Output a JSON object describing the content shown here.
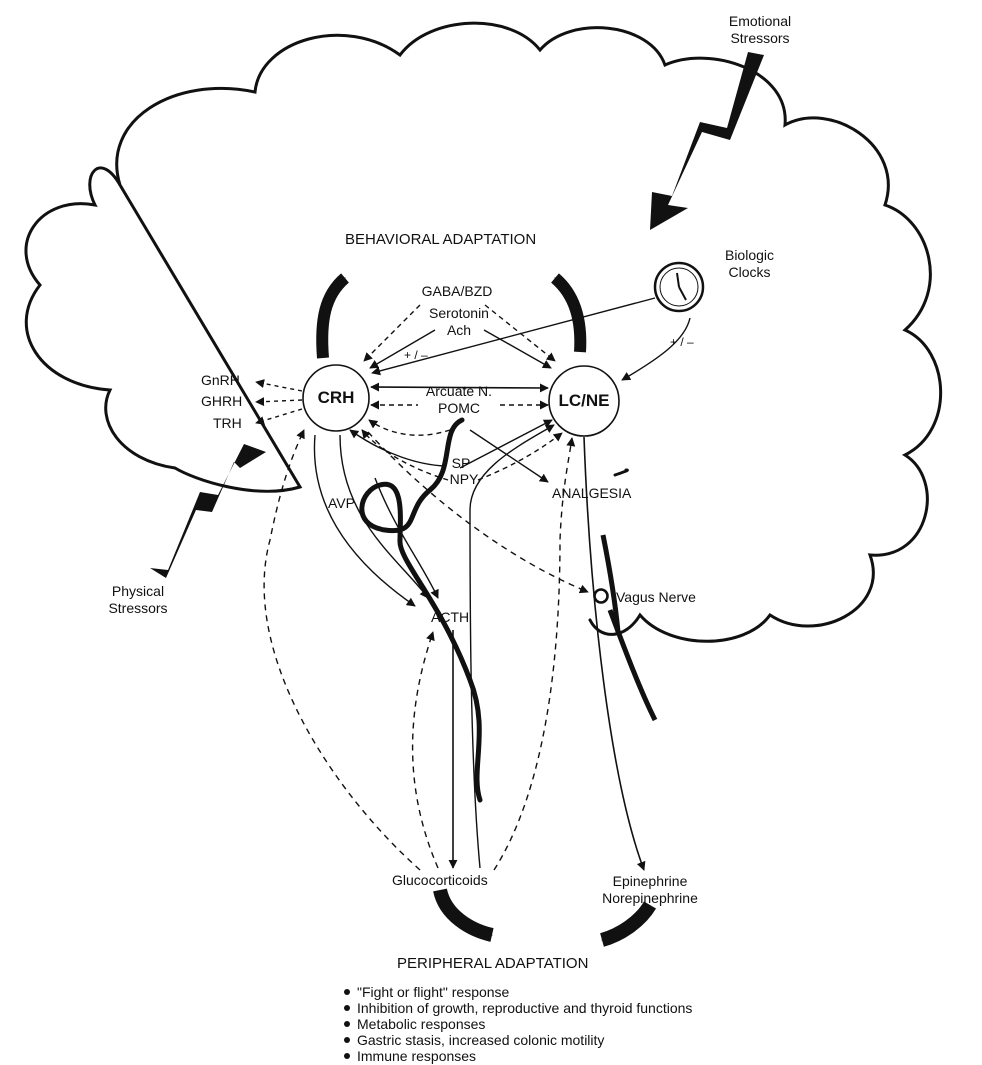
{
  "stressors": {
    "emotional": [
      "Emotional",
      "Stressors"
    ],
    "physical": [
      "Physical",
      "Stressors"
    ]
  },
  "clock_label": [
    "Biologic",
    "Clocks"
  ],
  "nodes": {
    "crh": "CRH",
    "lcne": "LC/NE"
  },
  "labels": {
    "behavioral": "BEHAVIORAL ADAPTATION",
    "gaba": "GABA/BZD",
    "serotonin": "Serotonin",
    "ach": "Ach",
    "plus_minus": "+ / –",
    "arcuate": "Arcuate N.",
    "pomc": "POMC",
    "gnrh": "GnRH",
    "ghrh": "GHRH",
    "trh": "TRH",
    "sp": "SP",
    "npy": "NPY",
    "analgesia": "ANALGESIA",
    "avp": "AVP",
    "acth": "ACTH",
    "vagus": "Vagus Nerve",
    "glucocorticoids": "Glucocorticoids",
    "epinephrine": "Epinephrine",
    "norepinephrine": "Norepinephrine",
    "peripheral": "PERIPHERAL ADAPTATION"
  },
  "peripheral_effects": [
    "\"Fight or flight\" response",
    "Inhibition of growth, reproductive and thyroid functions",
    "Metabolic responses",
    "Gastric stasis, increased colonic motility",
    "Immune responses"
  ],
  "colors": {
    "ink": "#111111",
    "background": "#ffffff"
  }
}
